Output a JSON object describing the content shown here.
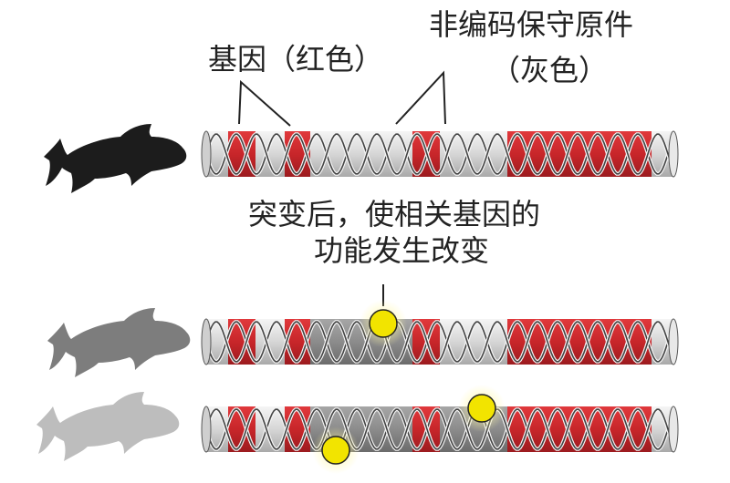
{
  "labels": {
    "gene": "基因（红色）",
    "noncoding_line1": "非编码保守原件",
    "noncoding_line2": "（灰色）",
    "mutation_line1": "突变后，使相关基因的",
    "mutation_line2": "功能发生改变"
  },
  "colors": {
    "gene_red": "#c8262a",
    "conserved_gray": "#8a8a8a",
    "tube_light": "#e3e3e3",
    "mutation_yellow": "#f2e400",
    "fish_dark": "#1c1c1c",
    "fish_mid": "#7d7d7d",
    "fish_light": "#bdbdbd"
  },
  "dna_strands": [
    {
      "fish": "fish-original",
      "mutations": []
    },
    {
      "fish": "fish-mutant-1",
      "mutations": [
        "conserved-element-1"
      ]
    },
    {
      "fish": "fish-mutant-2",
      "mutations": [
        "conserved-element-1",
        "conserved-element-2"
      ]
    }
  ]
}
